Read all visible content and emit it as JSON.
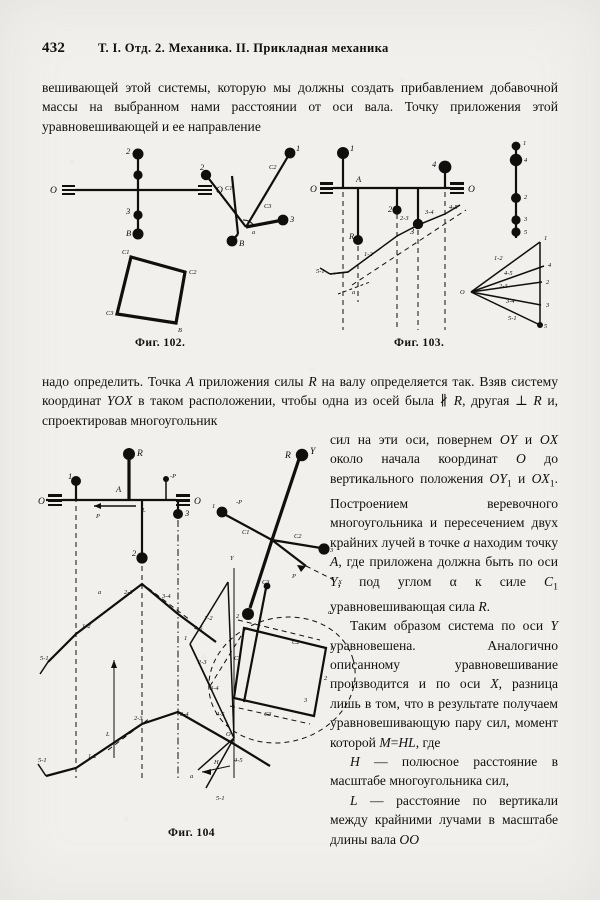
{
  "page": {
    "folio": "432",
    "running_title": "Т. I. Отд. 2. Механика. II. Прикладная механика",
    "paper_color": "#f1f0ed",
    "ink_color": "#100f0e"
  },
  "paragraphs": {
    "top": "вешивающей этой системы, которую мы должны создать прибавлением добавочной массы на выбранном нами расстоянии от оси вала. Точку приложения этой уравновешивающей и ее направление",
    "middle": "надо определить. Точка A приложения силы R на валу определяется так. Взяв систему координат YOX в таком расположении, чтобы одна из осей была ∦ R, другая ⊥ R и, спроектировав многоугольник"
  },
  "right_column": {
    "p1": "сил на эти оси, повернем OY и OX около начала координат O до вертикального положения OY₁ и OX₁. Построением веревочного многоугольника и пересечением двух крайних лучей в точке a находим точку A, где приложена должна быть по оси Y, под углом α к силе C₁ уравновешивающая сила R.",
    "p2": "Таким образом система по оси Y уравновешена. Аналогично описанному уравновешивание производится и по оси X, разница лишь в том, что в результате получаем уравновешивающую пару сил, момент которой M = HL, где",
    "p3": "H — полюсное расстояние в масштабе многоугольника сил,",
    "p4": "L — расстояние по вертикали между крайними лучами в масштабе длины вала OO"
  },
  "captions": {
    "fig102": "Фиг. 102.",
    "fig103": "Фиг. 103.",
    "fig104": "Фиг. 104"
  },
  "figures": {
    "fig102": {
      "title": "Фиг. 102.",
      "description": "Вал OO с массами и силовой многоугольник",
      "shaft_labels": [
        "O",
        "O"
      ],
      "mass_labels": [
        "2",
        "3",
        "B"
      ],
      "star_labels": [
        "1",
        "2",
        "3",
        "B"
      ],
      "angle_label": "a",
      "force_labels": [
        "C1",
        "C2",
        "C3"
      ],
      "polygon_labels": [
        "C1",
        "C2",
        "C3",
        "B"
      ]
    },
    "fig103": {
      "title": "Фиг. 103.",
      "description": "Вал OO с четырьмя массами, веревочный многоугольник и силовой многоугольник",
      "shaft_labels": [
        "O",
        "O"
      ],
      "point_label": "A",
      "mass_labels": [
        "1",
        "2",
        "3",
        "4"
      ],
      "resultant_label": "R",
      "ray_labels": [
        "1-2",
        "2-3",
        "3-4",
        "4-5",
        "5-1"
      ],
      "pole_label": "O",
      "force_chain_labels": [
        "1",
        "4",
        "2",
        "3",
        "5"
      ],
      "force_polygon_labels": [
        "1",
        "4",
        "2",
        "3",
        "5"
      ],
      "force_polygon_rays": [
        "1-2",
        "2-3",
        "3-4",
        "4-5",
        "5-1"
      ],
      "pole_point": "O"
    },
    "fig104": {
      "title": "Фиг. 104",
      "description": "Уравновешивание по осям Y и X: вал, веревочные многоугольники и силовые многоугольники",
      "shaft_labels": [
        "O",
        "O"
      ],
      "point_label": "A",
      "resultant_label": "R",
      "mass_labels": [
        "1",
        "2",
        "3"
      ],
      "couple_labels": [
        "P",
        "-P"
      ],
      "length_label": "L",
      "pole_distance_label": "H",
      "axis_labels": [
        "Y",
        "X"
      ],
      "angle_label": "a",
      "star_labels": [
        "R",
        "Y",
        "C1",
        "C2",
        "C3",
        "P",
        "X"
      ],
      "ray_labels": [
        "1-2",
        "2-3",
        "3-4",
        "4-5",
        "5-1"
      ],
      "polygon_labels": [
        "C1",
        "C2",
        "C3"
      ],
      "pole_label": "O"
    }
  }
}
